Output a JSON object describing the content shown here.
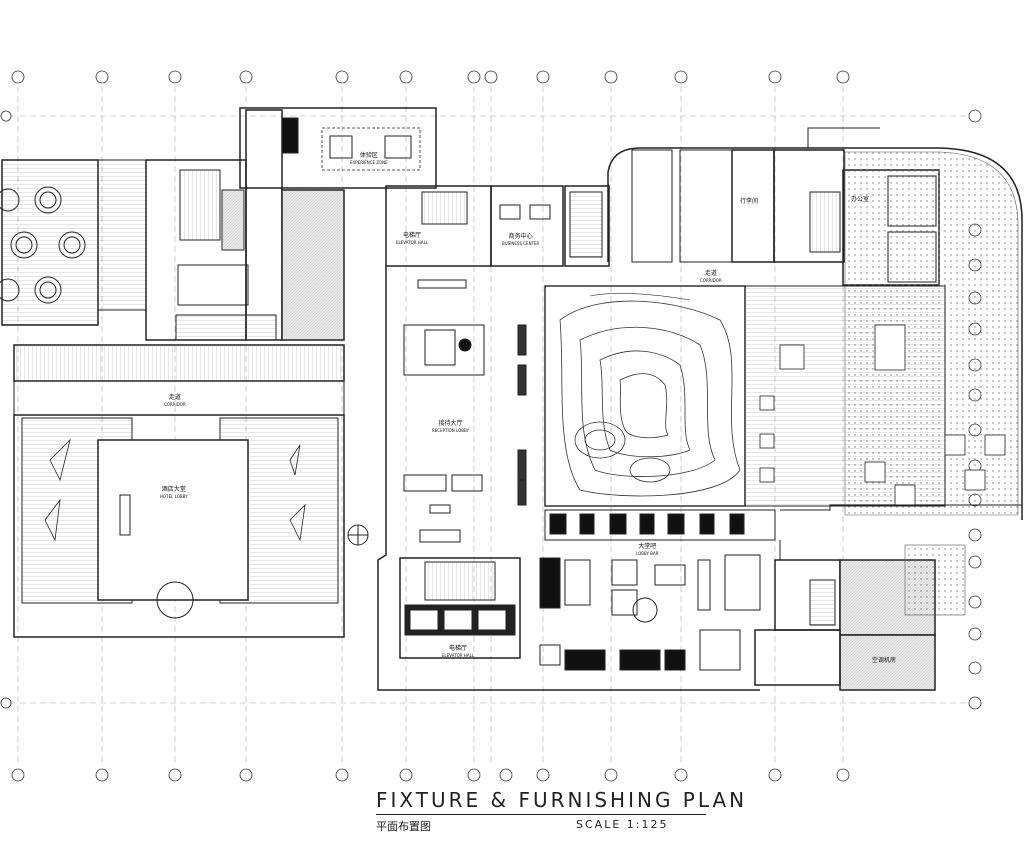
{
  "title_block": {
    "title": "FIXTURE & FURNISHING PLAN",
    "subtitle": "平面布置图",
    "scale": "SCALE 1:125"
  },
  "rooms": {
    "experience_zone": {
      "cn": "体验区",
      "en": "EXPERIENCE ZONE"
    },
    "elevator_hall_top": {
      "cn": "电梯厅",
      "en": "ELEVATOR HALL"
    },
    "business_center": {
      "cn": "商务中心",
      "en": "BUSINESS CENTER"
    },
    "luggage_room": {
      "cn": "行李间"
    },
    "office": {
      "cn": "办公室"
    },
    "corridor_top": {
      "cn": "走道",
      "en": "CORRIDOR"
    },
    "reception_lobby": {
      "cn": "接待大厅",
      "en": "RECEPTION LOBBY"
    },
    "corridor_left": {
      "cn": "走道",
      "en": "CORRIDOR"
    },
    "hotel_lobby": {
      "cn": "酒店大堂",
      "en": "HOTEL LOBBY"
    },
    "lobby_bar": {
      "cn": "大堂吧",
      "en": "LOBBY BAR"
    },
    "elevator_hall_bottom": {
      "cn": "电梯厅",
      "en": "ELEVATOR HALL"
    },
    "ac_room": {
      "cn": "空调机房"
    }
  }
}
